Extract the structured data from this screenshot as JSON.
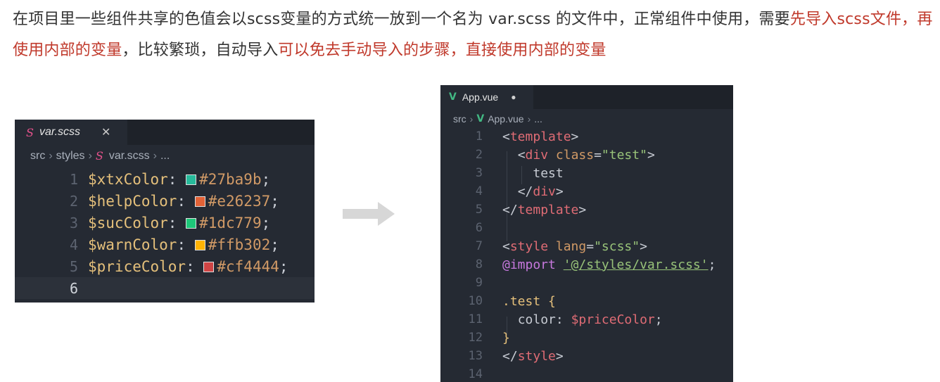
{
  "intro": {
    "part1": "在项目里一些组件共享的色值会以scss变量的方式统一放到一个名为 var.scss 的文件中，正常组件中使用，需要",
    "highlight1": "先导入scss文件，再使用内部的变量",
    "part2": "，比较繁琐，自动导入",
    "highlight2": "可以免去手动导入的步骤，直接使用内部的变量"
  },
  "left_editor": {
    "tab_label": "var.scss",
    "breadcrumb": [
      "src",
      "styles",
      "var.scss",
      "..."
    ],
    "lines": [
      {
        "num": "1",
        "var": "$xtxColor",
        "hex": "#27ba9b",
        "swatch": "#27ba9b"
      },
      {
        "num": "2",
        "var": "$helpColor",
        "hex": "#e26237",
        "swatch": "#e26237"
      },
      {
        "num": "3",
        "var": "$sucColor",
        "hex": "#1dc779",
        "swatch": "#1dc779"
      },
      {
        "num": "4",
        "var": "$warnColor",
        "hex": "#ffb302",
        "swatch": "#ffb302"
      },
      {
        "num": "5",
        "var": "$priceColor",
        "hex": "#cf4444",
        "swatch": "#cf4444"
      },
      {
        "num": "6"
      }
    ]
  },
  "right_editor": {
    "tab_label": "App.vue",
    "breadcrumb": [
      "src",
      "App.vue",
      "..."
    ],
    "line_numbers": [
      "1",
      "2",
      "3",
      "4",
      "5",
      "6",
      "7",
      "8",
      "9",
      "10",
      "11",
      "12",
      "13",
      "14"
    ],
    "code": {
      "template_tag": "template",
      "div_tag": "div",
      "class_attr": "class",
      "class_value": "\"test\"",
      "text": "test",
      "style_tag": "style",
      "lang_attr": "lang",
      "lang_value": "\"scss\"",
      "import_kw": "@import",
      "import_path": "'@/styles/var.scss'",
      "selector": ".test",
      "property": "color",
      "value": "$priceColor"
    }
  }
}
